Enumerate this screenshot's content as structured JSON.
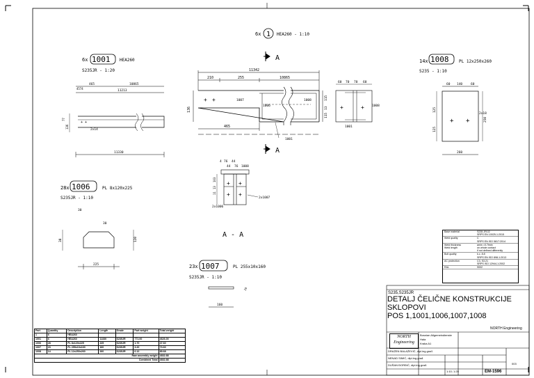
{
  "drawing": {
    "main_beam_label": "6x",
    "main_beam_pos": "1",
    "main_beam_desc": "HEA260 - 1:10",
    "section_marker": "A",
    "section_title": "A - A",
    "overall_dim": "11342",
    "dims_top": [
      "210",
      "255",
      "10865"
    ],
    "dim_465": "465",
    "dim_136": "136",
    "dims_right_v": [
      "115",
      "13",
      "115"
    ],
    "ref_1007": "1007",
    "ref_1006": "1006",
    "ref_1008": "1008",
    "ref_1001": "1001",
    "ref_1007b": "2x1007",
    "ref_1006b": "2x1006",
    "section_dims": [
      "4",
      "76",
      "44"
    ],
    "section_dims2": [
      "44",
      "76"
    ],
    "section_dims_v": [
      "103",
      "13",
      "11"
    ]
  },
  "part1001": {
    "qty": "6x",
    "pos": "1001",
    "desc": "HEA260",
    "mat": "S235JR - 1:20",
    "dims_top": [
      "465",
      "10865"
    ],
    "dim_small": "4574",
    "dim_11213": "11213",
    "dim_v": [
      "77",
      "136"
    ],
    "note": "2x14",
    "dim_bottom": "11330"
  },
  "part1008": {
    "qty": "14x",
    "pos": "1008",
    "desc": "PL 12x250x260",
    "mat": "S235 - 1:10",
    "dims_top": [
      "60",
      "140",
      "60"
    ],
    "dims_v": [
      "125",
      "125",
      "250"
    ],
    "hole": "2x18",
    "dim_bottom": "260",
    "dims_conn": [
      "60",
      "70",
      "70",
      "60"
    ]
  },
  "part1006": {
    "qty": "28x",
    "pos": "1006",
    "desc": "PL 8x120x225",
    "mat": "S235JR - 1:10",
    "dims": [
      "30",
      "30",
      "30",
      "120"
    ],
    "dim_bottom": "225"
  },
  "part1007": {
    "qty": "23x",
    "pos": "1007",
    "desc": "PL 255x10x160",
    "mat": "S235JR - 1:10",
    "dim_bottom": "160",
    "dim_side": "10"
  },
  "material_table": [
    {
      "k": "Base material",
      "v": "S235 JR/J2\nSRPS EN 10025-1:2015"
    },
    {
      "k": "Weld quality",
      "v": "C\nSRPS EN ISO 5817:2014"
    },
    {
      "k": "Weld thickness\nWeld length",
      "v": "amin =0.7tmin\non whole contact\nif not defined differently"
    },
    {
      "k": "Bolt quality",
      "v": "k.c. 8.8\nSRPS EN ISO 898-1:2013"
    },
    {
      "k": "AC protection",
      "v": "C3, S3.21\nSRPS ISO 12944-1:2002"
    },
    {
      "k": "RAL",
      "v": "9002"
    }
  ],
  "title": {
    "material_line": "S235,S235JR",
    "line1": "DETALJ ČELIČNE KONSTRUKCIJE",
    "line2": "SKLOPOVI",
    "line3": "POS 1,1001,1006,1007,1008",
    "company": "NORTH Engineering",
    "logo": "NORTH Engineering",
    "project": "Bosnian Allgemeindienste",
    "object": "Hala",
    "location": "Kraka A1",
    "drawn_by": "DRAŽEN BALAŽEVIĆ, dipl.ing.građ.",
    "checked_by": "NENAD SIMIĆ, dipl.ing.građ.",
    "approved_by": "DUŠAN ĐORĐIĆ, dipl.ing.građ.",
    "scale": "1:10; 1:20",
    "drawing_no": "EM-1596",
    "sheet": "003"
  },
  "bom": {
    "headers": [
      "Part",
      "Quantity",
      "Description",
      "Length",
      "Grade",
      "Part weight",
      "Total weight"
    ],
    "rows": [
      [
        "1",
        "6",
        "HEA260",
        "",
        "",
        "",
        ""
      ],
      [
        "1001",
        "6",
        "HEA260",
        "11330",
        "S235JR",
        "771.00",
        "4626.00"
      ],
      [
        "1006",
        "28",
        "PL 8x120x225",
        "225",
        "S235JR",
        "1.70",
        "47.60"
      ],
      [
        "1007",
        "23",
        "PL 255x10x160",
        "160",
        "S235JR",
        "3.20",
        "73.60"
      ],
      [
        "1008",
        "14",
        "PL 12x250x260",
        "260",
        "S235JR",
        "6.12",
        "85.68"
      ]
    ],
    "summary_label": "Raw assembly weight",
    "summary_val": "4832.88",
    "total_label": "Combined Total",
    "total_val": "4832.88"
  }
}
